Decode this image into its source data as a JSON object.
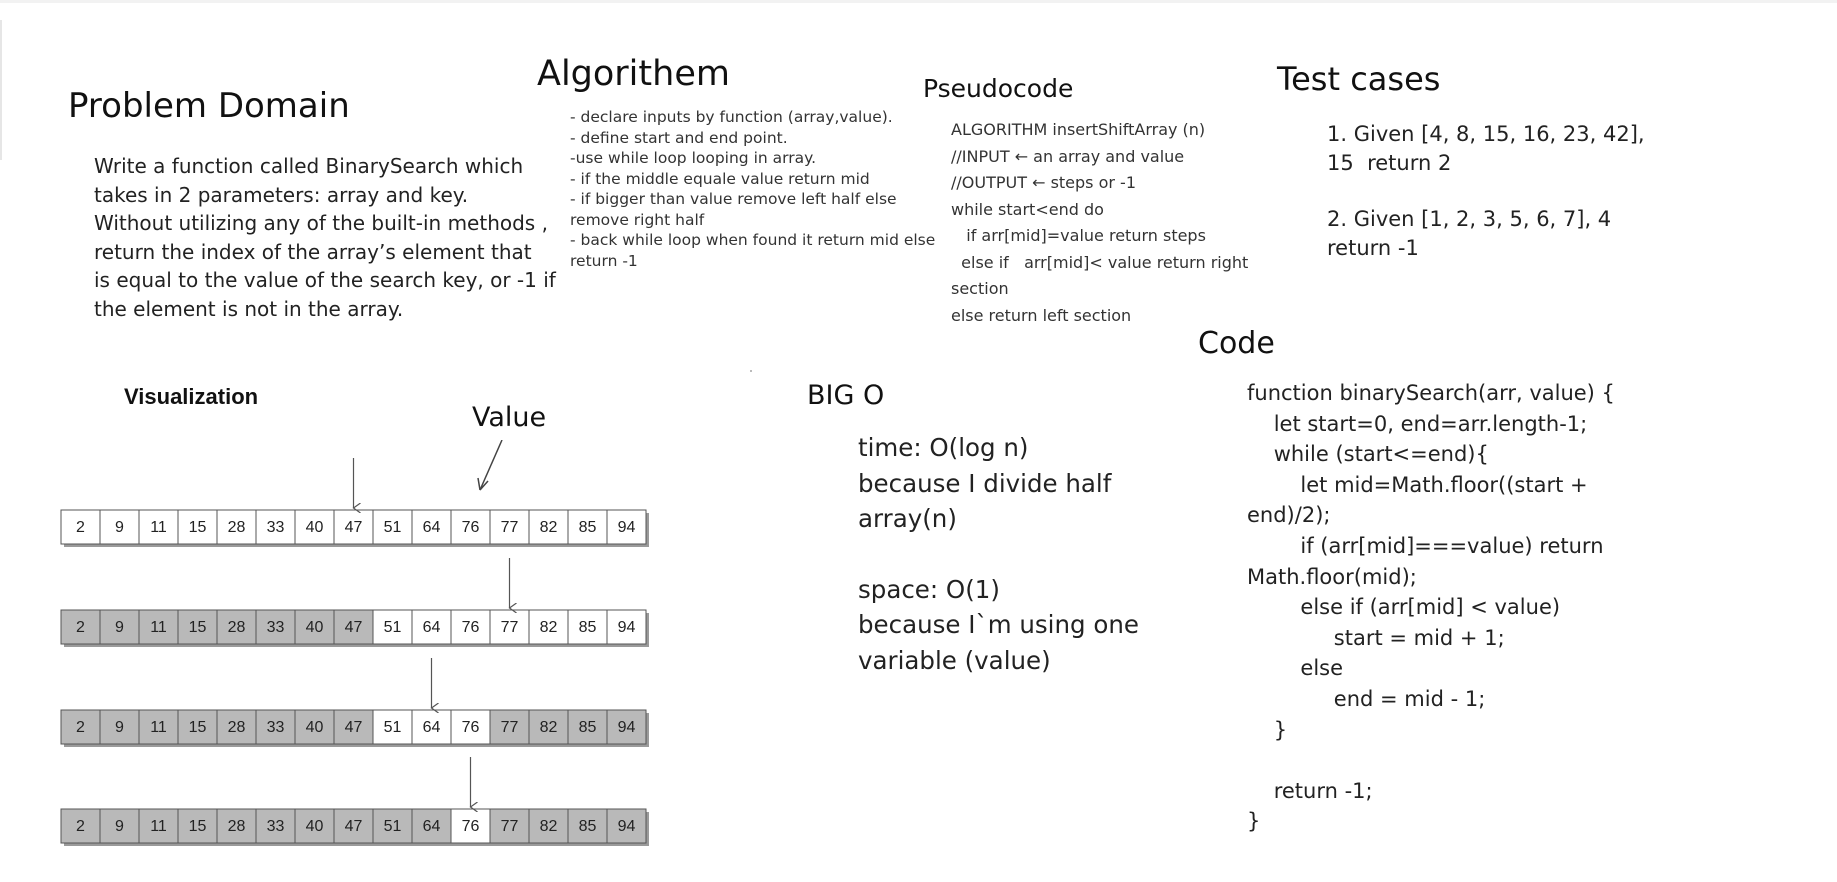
{
  "problem_domain": {
    "title": "Problem Domain",
    "lines": [
      "Write a function called BinarySearch which",
      "takes in 2 parameters: array and key.",
      " Without utilizing any of the built-in methods ,",
      "return the index of the array’s element that",
      "is equal to the value of the search key, or -1 if",
      "the element is not in the array."
    ]
  },
  "algorithm": {
    "title": "Algorithem",
    "lines": [
      "- declare inputs by function (array,value).",
      "- define start and end point.",
      "-use while loop looping in array.",
      "- if the middle equale value return mid",
      "- if bigger than value remove left half else",
      "remove right half",
      "- back while loop when found it return mid else",
      "return -1"
    ]
  },
  "pseudocode": {
    "title": "Pseudocode",
    "lines": [
      "ALGORITHM insertShiftArray (n)",
      "//INPUT ← an array and value",
      "//OUTPUT ← steps or -1",
      "while start<end do",
      "   if arr[mid]=value return steps",
      "  else if   arr[mid]< value return right",
      "section",
      "else return left section"
    ]
  },
  "test_cases": {
    "title": "Test cases",
    "case1": [
      "1. Given [4, 8, 15, 16, 23, 42],",
      "15  return 2"
    ],
    "case2": [
      "2. Given [1, 2, 3, 5, 6, 7], 4",
      "return -1"
    ]
  },
  "code": {
    "title": "Code",
    "lines": [
      "function binarySearch(arr, value) {",
      "    let start=0, end=arr.length-1;",
      "    while (start<=end){",
      "        let mid=Math.floor((start +",
      "end)/2);",
      "        if (arr[mid]===value) return",
      "Math.floor(mid);",
      "        else if (arr[mid] < value)",
      "             start = mid + 1;",
      "        else",
      "             end = mid - 1;",
      "    }",
      "",
      "    return -1;",
      "}"
    ]
  },
  "big_o": {
    "title": "BIG O",
    "time": [
      "time: O(log n)",
      "because I divide half",
      "array(n)"
    ],
    "space": [
      "space: O(1)",
      "because I`m using one",
      "variable (value)"
    ]
  },
  "visualization": {
    "title": "Visualization",
    "value_label": "Value",
    "array": [
      2,
      9,
      11,
      15,
      28,
      33,
      40,
      47,
      51,
      64,
      76,
      77,
      82,
      85,
      94
    ],
    "rows": [
      {
        "arrow_index": 7,
        "active_range": [
          0,
          14
        ]
      },
      {
        "arrow_index": 11,
        "active_range": [
          8,
          14
        ]
      },
      {
        "arrow_index": 9,
        "active_range": [
          8,
          10
        ]
      },
      {
        "arrow_index": 10,
        "active_range": [
          10,
          10
        ]
      }
    ],
    "colors": {
      "active": "#ffffff",
      "inactive": "#b9b9b9",
      "border": "#555555",
      "shadow": "#9a9a9a"
    }
  }
}
